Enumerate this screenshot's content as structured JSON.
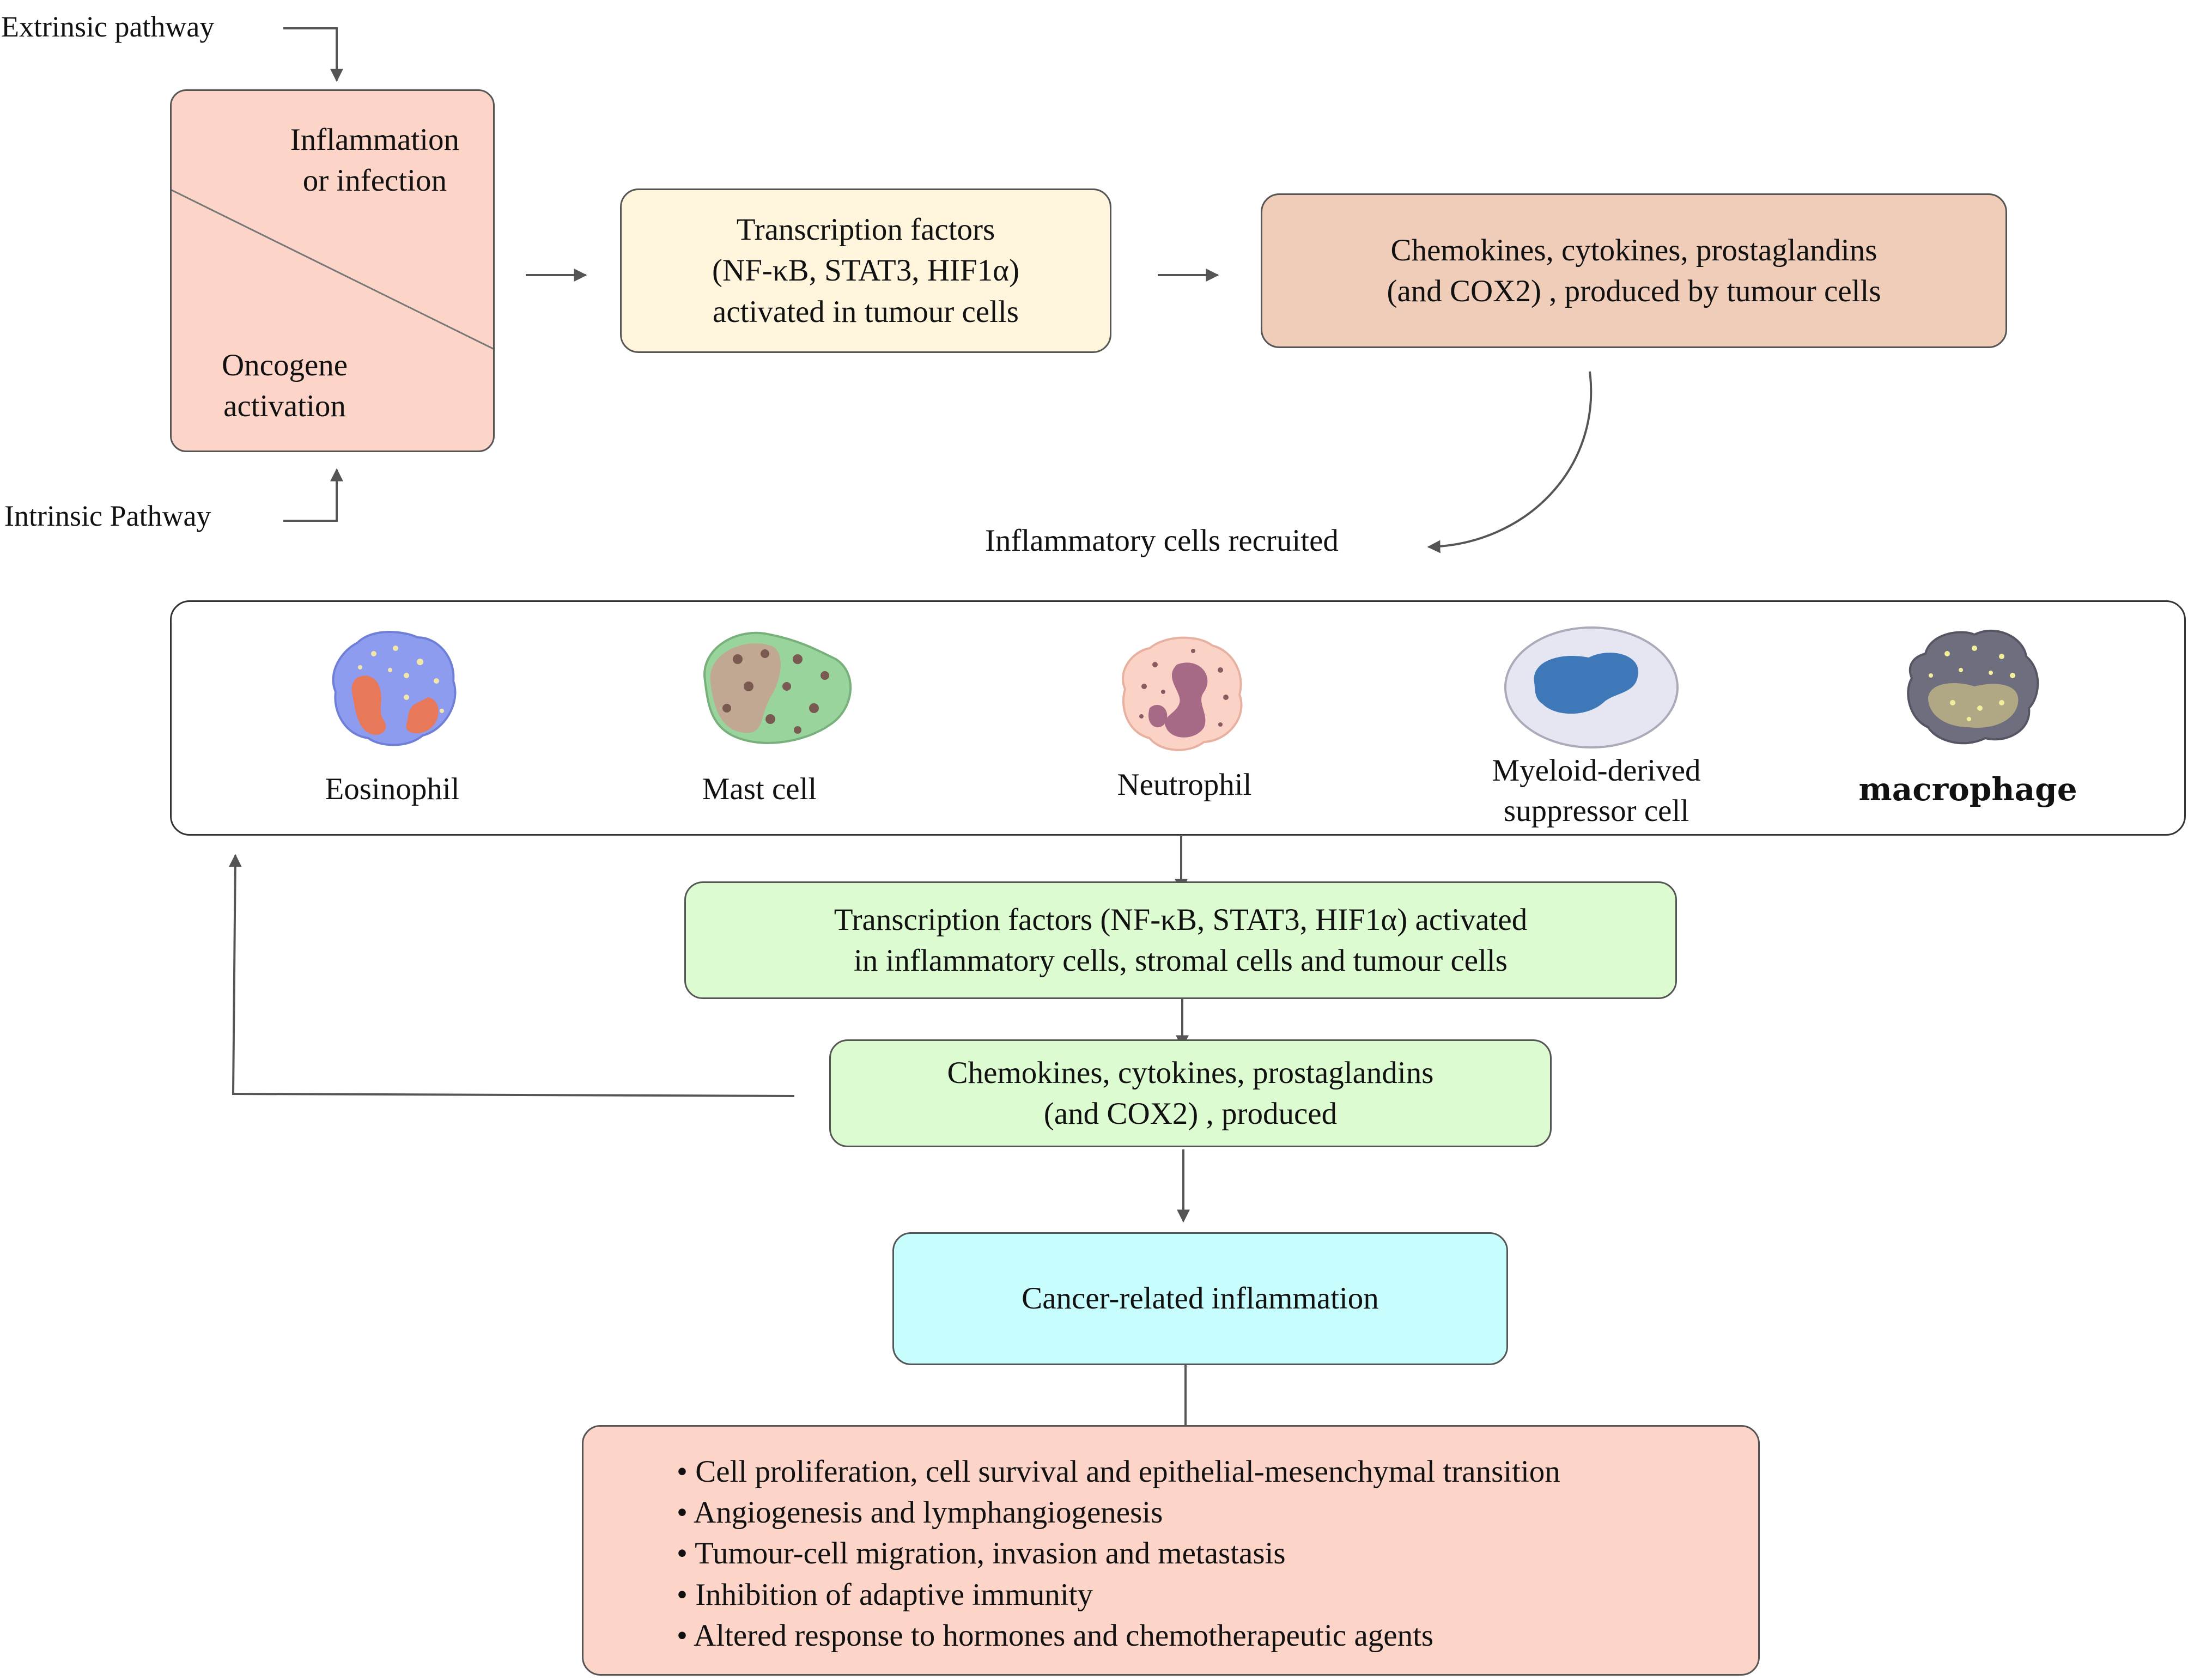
{
  "pathways": {
    "extrinsic": "Extrinsic pathway",
    "intrinsic": "Intrinsic Pathway"
  },
  "trigger_box": {
    "top": [
      "Inflammation",
      "or infection"
    ],
    "bottom": [
      "Oncogene",
      "activation"
    ]
  },
  "tf_tumour": [
    "Transcription factors",
    "(NF-κB, STAT3, HIF1α)",
    "activated in tumour cells"
  ],
  "chemokines_tumour": [
    "Chemokines, cytokines, prostaglandins",
    "(and COX2) , produced by tumour cells"
  ],
  "recruited_label": "Inflammatory cells recruited",
  "cells": [
    {
      "label": [
        "Eosinophil"
      ],
      "icon": "eosinophil-icon"
    },
    {
      "label": [
        "Mast cell"
      ],
      "icon": "mast-cell-icon"
    },
    {
      "label": [
        "Neutrophil"
      ],
      "icon": "neutrophil-icon"
    },
    {
      "label": [
        "Myeloid-derived",
        "suppressor cell"
      ],
      "icon": "mdsc-icon"
    },
    {
      "label": [
        "macrophage"
      ],
      "icon": "macrophage-icon"
    }
  ],
  "tf_all": [
    "Transcription factors (NF-κB, STAT3, HIF1α) activated",
    "in inflammatory cells, stromal cells and tumour cells"
  ],
  "chemokines_produced": [
    "Chemokines, cytokines, prostaglandins",
    "(and COX2) , produced"
  ],
  "cancer_inflammation": "Cancer-related inflammation",
  "outcomes": [
    "• Cell proliferation, cell survival and epithelial-mesenchymal transition",
    "• Angiogenesis and lymphangiogenesis",
    "• Tumour-cell migration, invasion and metastasis",
    "• Inhibition of adaptive immunity",
    "• Altered response to hormones and chemotherapeutic agents"
  ],
  "colors": {
    "salmon": "#fdd5c8",
    "cream": "#fff5dc",
    "tan": "#f0cdb8",
    "green": "#ddfbd0",
    "cyan": "#c8fdfd",
    "arrow": "#555555"
  }
}
